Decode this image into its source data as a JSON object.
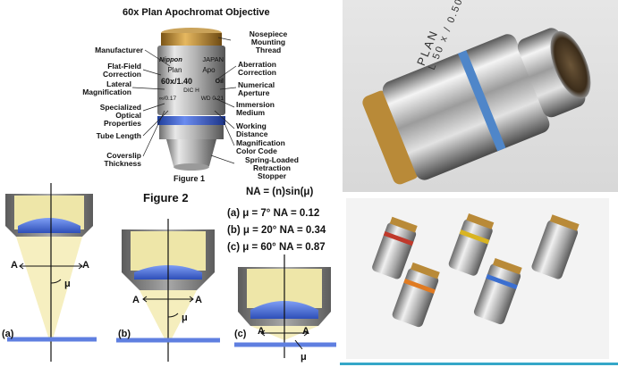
{
  "objective_title": "60x Plan Apochromat Objective",
  "left_labels": {
    "manufacturer": "Manufacturer",
    "flat_field": [
      "Flat-Field",
      "Correction"
    ],
    "lateral": [
      "Lateral",
      "Magnification"
    ],
    "specialized": [
      "Specialized",
      "Optical",
      "Properties"
    ],
    "tube_length": "Tube Length",
    "coverslip": [
      "Coverslip",
      "Thickness"
    ]
  },
  "right_labels": {
    "nosepiece": [
      "Nosepiece",
      "Mounting",
      "Thread"
    ],
    "aberration": [
      "Aberration",
      "Correction"
    ],
    "numerical": [
      "Numerical",
      "Aperture"
    ],
    "immersion": [
      "Immersion",
      "Medium"
    ],
    "working": [
      "Working",
      "Distance"
    ],
    "color_code": [
      "Magnification",
      "Color Code"
    ],
    "spring": [
      "Spring-Loaded",
      "Retraction",
      "Stopper"
    ]
  },
  "barrel_text": {
    "brand": "Nippon",
    "country": "JAPAN",
    "plan": "Plan",
    "apo": "Apo",
    "mag": "60x/1.40",
    "oil": "Oil",
    "dic": "DIC H",
    "tube": "∞/0.17",
    "wd": "WD 0.21"
  },
  "figure_caption": "Figure 1",
  "figure2_title": "Figure 2",
  "equation": "NA = (n)sin(μ)",
  "cases": [
    "(a) μ = 7°   NA = 0.12",
    "(b) μ = 20° NA = 0.34",
    "(c) μ = 60° NA = 0.87"
  ],
  "diagram_labels": {
    "a_letter": "A",
    "mu": "μ",
    "panel_a": "(a)",
    "panel_b": "(b)",
    "panel_c": "(c)"
  },
  "photo_engraving": [
    "PLAN",
    "L 50 x / 0.50"
  ],
  "colors": {
    "lens_blue": "#3a63c8",
    "cone_yellow": "#f3eab0",
    "housing_gray": "#8c8c8c",
    "slide_blue": "#5f7fe0",
    "brass": "#c08a2e"
  }
}
